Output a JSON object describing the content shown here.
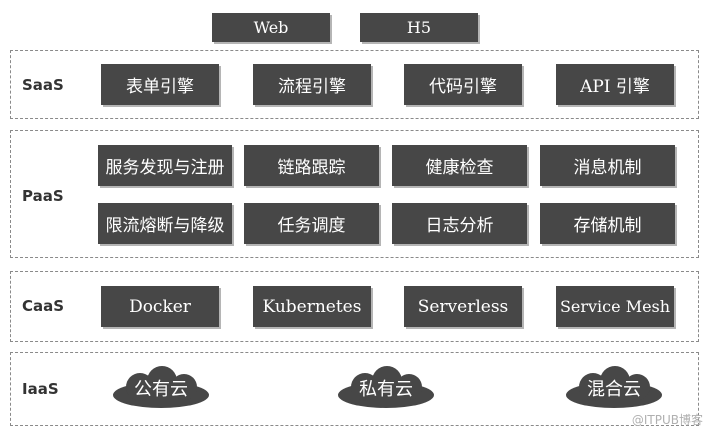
{
  "top": [
    "Web",
    "H5"
  ],
  "layers": {
    "saas": {
      "label": "SaaS",
      "items": [
        "表单引擎",
        "流程引擎",
        "代码引擎",
        "API 引擎"
      ]
    },
    "paas": {
      "label": "PaaS",
      "items": [
        "服务发现与注册",
        "链路跟踪",
        "健康检查",
        "消息机制",
        "限流熔断与降级",
        "任务调度",
        "日志分析",
        "存储机制"
      ]
    },
    "caas": {
      "label": "CaaS",
      "items": [
        "Docker",
        "Kubernetes",
        "Serverless",
        "Service Mesh"
      ]
    },
    "iaas": {
      "label": "IaaS",
      "items": [
        "公有云",
        "私有云",
        "混合云"
      ]
    }
  },
  "watermark": "@ITPUB博客",
  "colors": {
    "box": "#474747",
    "border": "#8a8a8a",
    "text": "#ffffff"
  }
}
